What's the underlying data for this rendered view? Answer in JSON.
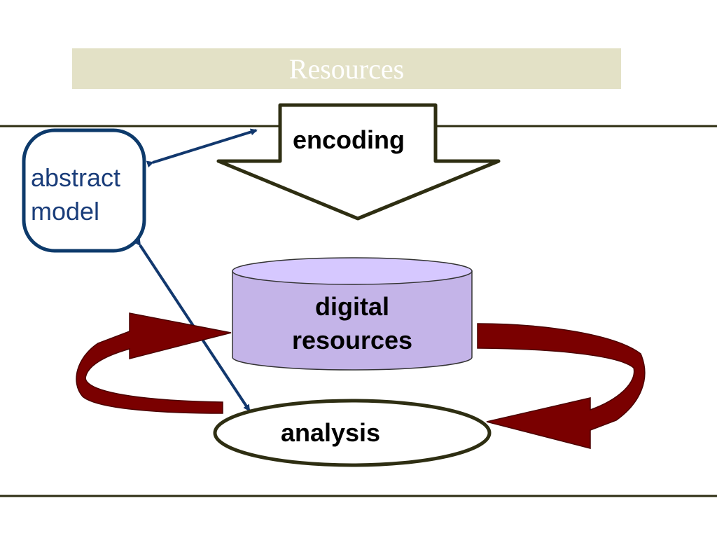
{
  "title": "Resources",
  "nodes": {
    "encoding": "encoding",
    "abstract_model": [
      "abstract",
      "model"
    ],
    "digital_resources": [
      "digital",
      "resources"
    ],
    "analysis": "analysis"
  },
  "colors": {
    "title_bg": "#e3e1c6",
    "title_text": "#ffffff",
    "rule_line": "#2e2e12",
    "model_stroke": "#0d3a6b",
    "model_text": "#1a3d7a",
    "double_arrow": "#12386e",
    "cylinder_body": "#c4b4e8",
    "cylinder_top": "#d6c8ff",
    "cycle_arrow": "#7a0000",
    "encoding_outline": "#2e2e12"
  }
}
